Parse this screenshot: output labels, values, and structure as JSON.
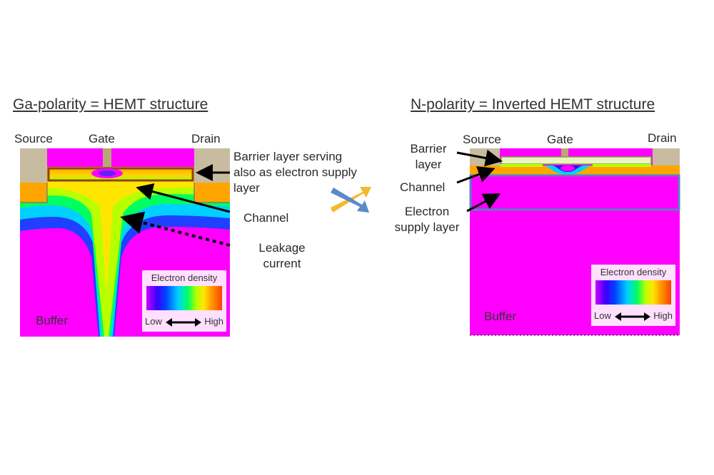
{
  "left": {
    "title": "Ga-polarity = HEMT structure",
    "source": "Source",
    "gate": "Gate",
    "drain": "Drain",
    "barrier_label": "Barrier layer serving\nalso as electron supply\nlayer",
    "channel": "Channel",
    "leakage": "Leakage\ncurrent",
    "buffer": "Buffer",
    "legend": {
      "title": "Electron density",
      "low": "Low",
      "high": "High"
    }
  },
  "right": {
    "title": "N-polarity = Inverted HEMT structure",
    "source": "Source",
    "gate": "Gate",
    "drain": "Drain",
    "barrier_label": "Barrier\nlayer",
    "channel": "Channel",
    "supply_label": "Electron\nsupply layer",
    "buffer": "Buffer",
    "legend": {
      "title": "Electron density",
      "low": "Low",
      "high": "High"
    }
  },
  "colors": {
    "low_density": "#ff00ff",
    "contact": "#c8bca0",
    "gate_metal": "#b8a878",
    "channel_orange": "#ffa500",
    "outline": "#8b4513",
    "supply_outline": "#5b7fc8"
  }
}
